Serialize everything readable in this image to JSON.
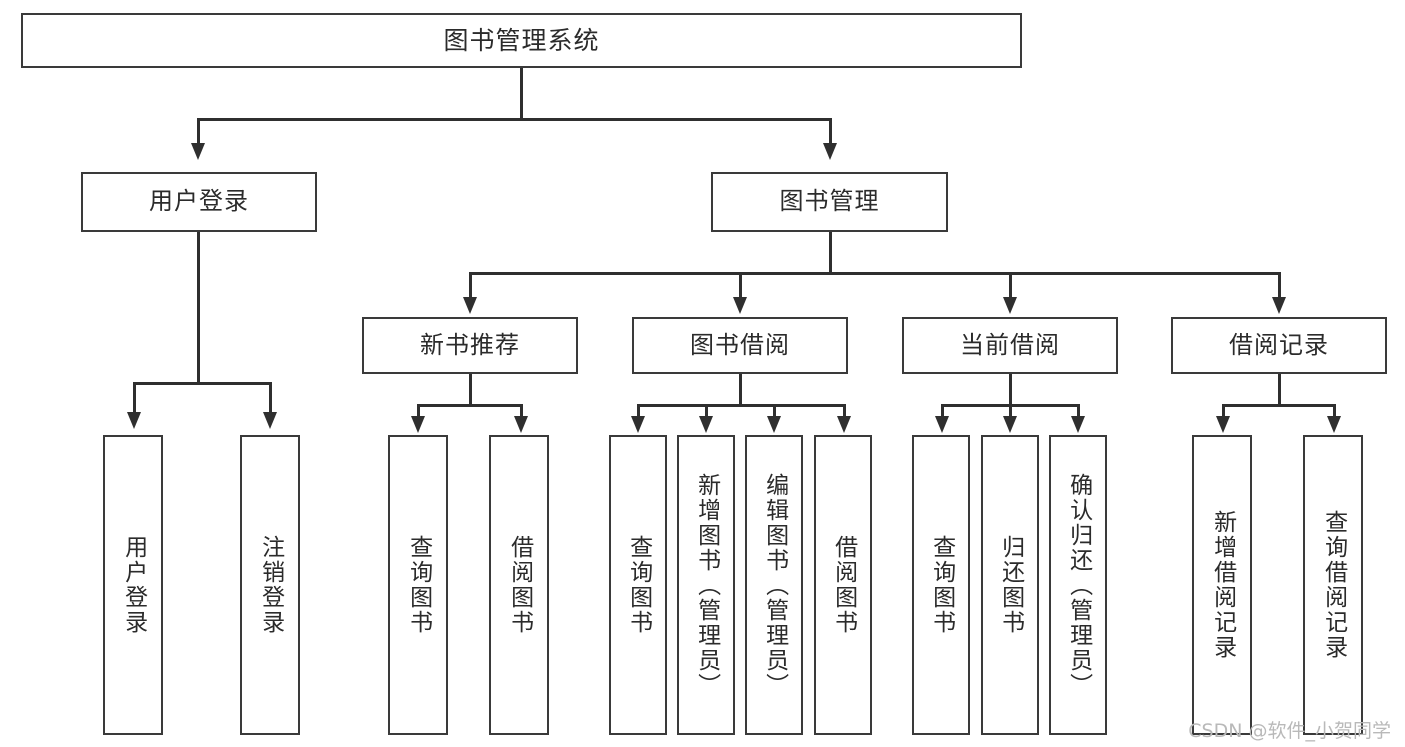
{
  "diagram": {
    "type": "tree-hierarchy-chart",
    "title": "图书管理系统",
    "root": {
      "label": "图书管理系统"
    },
    "level2": [
      {
        "label": "用户登录"
      },
      {
        "label": "图书管理"
      }
    ],
    "level3": [
      {
        "label": "新书推荐"
      },
      {
        "label": "图书借阅"
      },
      {
        "label": "当前借阅"
      },
      {
        "label": "借阅记录"
      }
    ],
    "leaves": [
      {
        "label": "用户登录",
        "parent": "用户登录"
      },
      {
        "label": "注销登录",
        "parent": "用户登录"
      },
      {
        "label": "查询图书",
        "parent": "新书推荐"
      },
      {
        "label": "借阅图书",
        "parent": "新书推荐"
      },
      {
        "label": "查询图书",
        "parent": "图书借阅"
      },
      {
        "label": "新增图书（管理员）",
        "parent": "图书借阅"
      },
      {
        "label": "编辑图书（管理员）",
        "parent": "图书借阅"
      },
      {
        "label": "借阅图书",
        "parent": "图书借阅"
      },
      {
        "label": "查询图书",
        "parent": "当前借阅"
      },
      {
        "label": "归还图书",
        "parent": "当前借阅"
      },
      {
        "label": "确认归还（管理员）",
        "parent": "当前借阅"
      },
      {
        "label": "新增借阅记录",
        "parent": "借阅记录"
      },
      {
        "label": "查询借阅记录",
        "parent": "借阅记录"
      }
    ]
  },
  "watermark": {
    "text": "CSDN @软件_小贺同学"
  },
  "colors": {
    "background": "#ffffff",
    "box_fill": "#ffffff",
    "box_border": "#3a3a3a",
    "connector": "#2f2f2f",
    "text": "#2b2b2b",
    "watermark": "#b9b9b9"
  }
}
